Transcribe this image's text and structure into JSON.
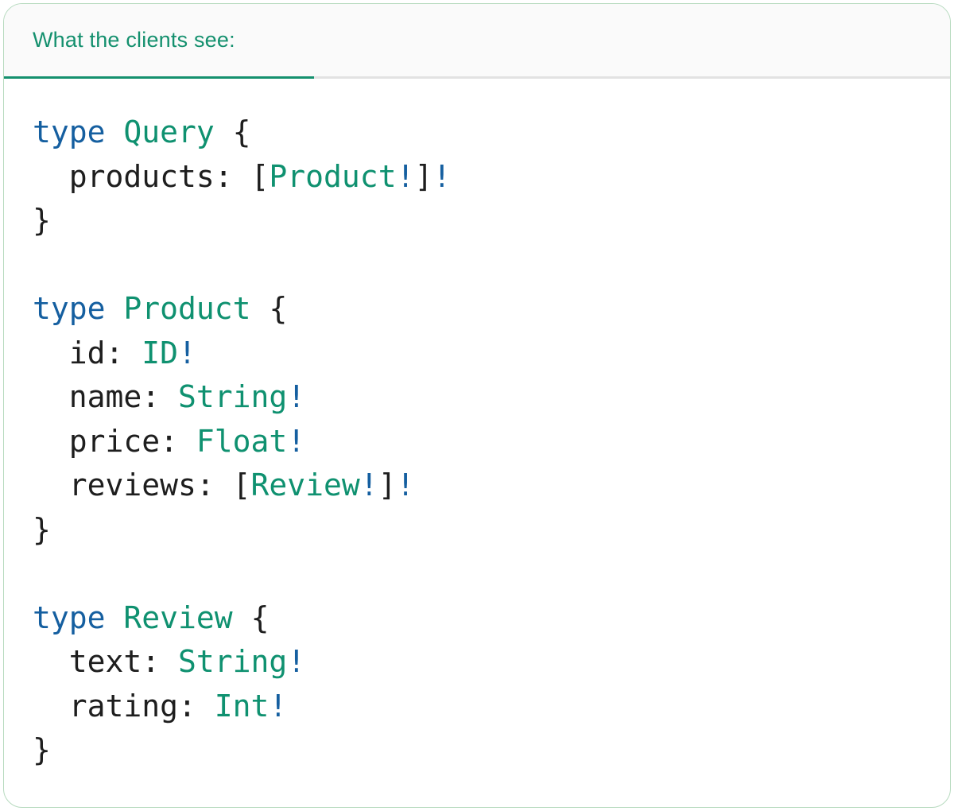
{
  "tab": {
    "label": "What the clients see:"
  },
  "colors": {
    "kw": "#155fa0",
    "ty": "#0f9170",
    "pl": "#1e1e1e",
    "bang": "#155fa0",
    "accent": "#14906e",
    "divider": "#e2e2e2",
    "border": "#b7dabf",
    "headerbg": "#fafafa",
    "bodybg": "#ffffff"
  },
  "code": {
    "language": "graphql",
    "plain_text": "type Query {\n  products: [Product!]!\n}\n\ntype Product {\n  id: ID!\n  name: String!\n  price: Float!\n  reviews: [Review!]!\n}\n\ntype Review {\n  text: String!\n  rating: Int!\n}",
    "lines": [
      [
        {
          "t": "type",
          "c": "kw"
        },
        {
          "t": " ",
          "c": "pl"
        },
        {
          "t": "Query",
          "c": "ty"
        },
        {
          "t": " {",
          "c": "pl"
        }
      ],
      [
        {
          "t": "  products: [",
          "c": "pl"
        },
        {
          "t": "Product",
          "c": "ty"
        },
        {
          "t": "!",
          "c": "bang"
        },
        {
          "t": "]",
          "c": "pl"
        },
        {
          "t": "!",
          "c": "bang"
        }
      ],
      [
        {
          "t": "}",
          "c": "pl"
        }
      ],
      [],
      [
        {
          "t": "type",
          "c": "kw"
        },
        {
          "t": " ",
          "c": "pl"
        },
        {
          "t": "Product",
          "c": "ty"
        },
        {
          "t": " {",
          "c": "pl"
        }
      ],
      [
        {
          "t": "  id: ",
          "c": "pl"
        },
        {
          "t": "ID",
          "c": "ty"
        },
        {
          "t": "!",
          "c": "bang"
        }
      ],
      [
        {
          "t": "  name: ",
          "c": "pl"
        },
        {
          "t": "String",
          "c": "ty"
        },
        {
          "t": "!",
          "c": "bang"
        }
      ],
      [
        {
          "t": "  price: ",
          "c": "pl"
        },
        {
          "t": "Float",
          "c": "ty"
        },
        {
          "t": "!",
          "c": "bang"
        }
      ],
      [
        {
          "t": "  reviews: [",
          "c": "pl"
        },
        {
          "t": "Review",
          "c": "ty"
        },
        {
          "t": "!",
          "c": "bang"
        },
        {
          "t": "]",
          "c": "pl"
        },
        {
          "t": "!",
          "c": "bang"
        }
      ],
      [
        {
          "t": "}",
          "c": "pl"
        }
      ],
      [],
      [
        {
          "t": "type",
          "c": "kw"
        },
        {
          "t": " ",
          "c": "pl"
        },
        {
          "t": "Review",
          "c": "ty"
        },
        {
          "t": " {",
          "c": "pl"
        }
      ],
      [
        {
          "t": "  text: ",
          "c": "pl"
        },
        {
          "t": "String",
          "c": "ty"
        },
        {
          "t": "!",
          "c": "bang"
        }
      ],
      [
        {
          "t": "  rating: ",
          "c": "pl"
        },
        {
          "t": "Int",
          "c": "ty"
        },
        {
          "t": "!",
          "c": "bang"
        }
      ],
      [
        {
          "t": "}",
          "c": "pl"
        }
      ]
    ]
  }
}
